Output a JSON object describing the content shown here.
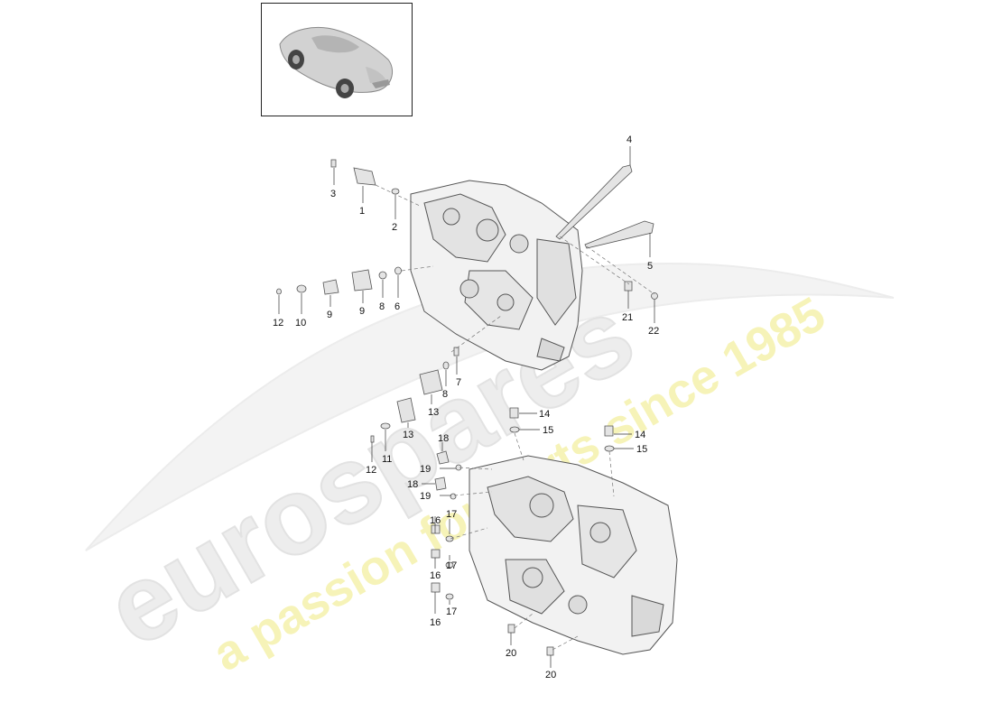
{
  "watermark": {
    "brand": "eurospares",
    "tagline": "a passion for parts since 1985",
    "brand_color": "#e6e6e6",
    "tagline_color": "#f4f1a6"
  },
  "thumbnail": {
    "subject": "car-thumbnail"
  },
  "callouts": [
    {
      "id": "c3",
      "label": "3"
    },
    {
      "id": "c1",
      "label": "1"
    },
    {
      "id": "c2",
      "label": "2"
    },
    {
      "id": "c4",
      "label": "4"
    },
    {
      "id": "c5",
      "label": "5"
    },
    {
      "id": "c12a",
      "label": "12"
    },
    {
      "id": "c10",
      "label": "10"
    },
    {
      "id": "c9a",
      "label": "9"
    },
    {
      "id": "c9b",
      "label": "9"
    },
    {
      "id": "c8a",
      "label": "8"
    },
    {
      "id": "c6",
      "label": "6"
    },
    {
      "id": "c21",
      "label": "21"
    },
    {
      "id": "c22",
      "label": "22"
    },
    {
      "id": "c7",
      "label": "7"
    },
    {
      "id": "c8b",
      "label": "8"
    },
    {
      "id": "c13a",
      "label": "13"
    },
    {
      "id": "c13b",
      "label": "13"
    },
    {
      "id": "c12b",
      "label": "12"
    },
    {
      "id": "c11",
      "label": "11"
    },
    {
      "id": "c14a",
      "label": "14"
    },
    {
      "id": "c15a",
      "label": "15"
    },
    {
      "id": "c14b",
      "label": "14"
    },
    {
      "id": "c15b",
      "label": "15"
    },
    {
      "id": "c18a",
      "label": "18"
    },
    {
      "id": "c19a",
      "label": "19"
    },
    {
      "id": "c18b",
      "label": "18"
    },
    {
      "id": "c19b",
      "label": "19"
    },
    {
      "id": "c16a",
      "label": "16"
    },
    {
      "id": "c17a",
      "label": "17"
    },
    {
      "id": "c16b",
      "label": "16"
    },
    {
      "id": "c17b",
      "label": "17"
    },
    {
      "id": "c16c",
      "label": "16"
    },
    {
      "id": "c17c",
      "label": "17"
    },
    {
      "id": "c20a",
      "label": "20"
    },
    {
      "id": "c20b",
      "label": "20"
    }
  ]
}
